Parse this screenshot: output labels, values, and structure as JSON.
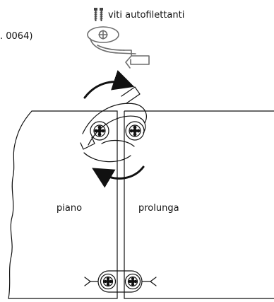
{
  "labels": {
    "reference_code": ". 0064)",
    "screws": "viti autofilettanti",
    "left_panel": "piano",
    "right_panel": "prolunga"
  },
  "colors": {
    "line": "#111111",
    "background": "#ffffff",
    "detail_gray": "#6d6d6d"
  },
  "icons": {
    "screws": "screw-pair-icon",
    "connector_preview": "connector-clip-icon",
    "rotate_clockwise": "curved-arrow-icon",
    "rotate_counterclockwise": "curved-arrow-icon"
  }
}
